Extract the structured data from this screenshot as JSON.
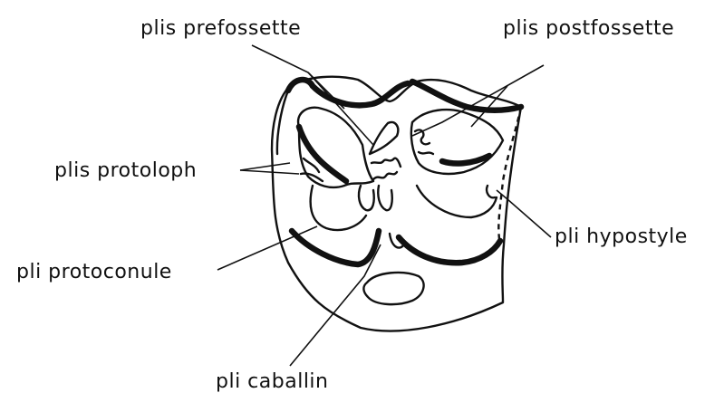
{
  "labels": {
    "plis_prefossette": "plis prefossette",
    "plis_postfossette": "plis postfossette",
    "plis_protoloph": "plis protoloph",
    "pli_hypostyle": "pli hypostyle",
    "pli_protoconule": "pli protoconule",
    "pli_caballin": "pli caballin"
  },
  "colors": {
    "ink": "#111111",
    "background": "#ffffff"
  }
}
